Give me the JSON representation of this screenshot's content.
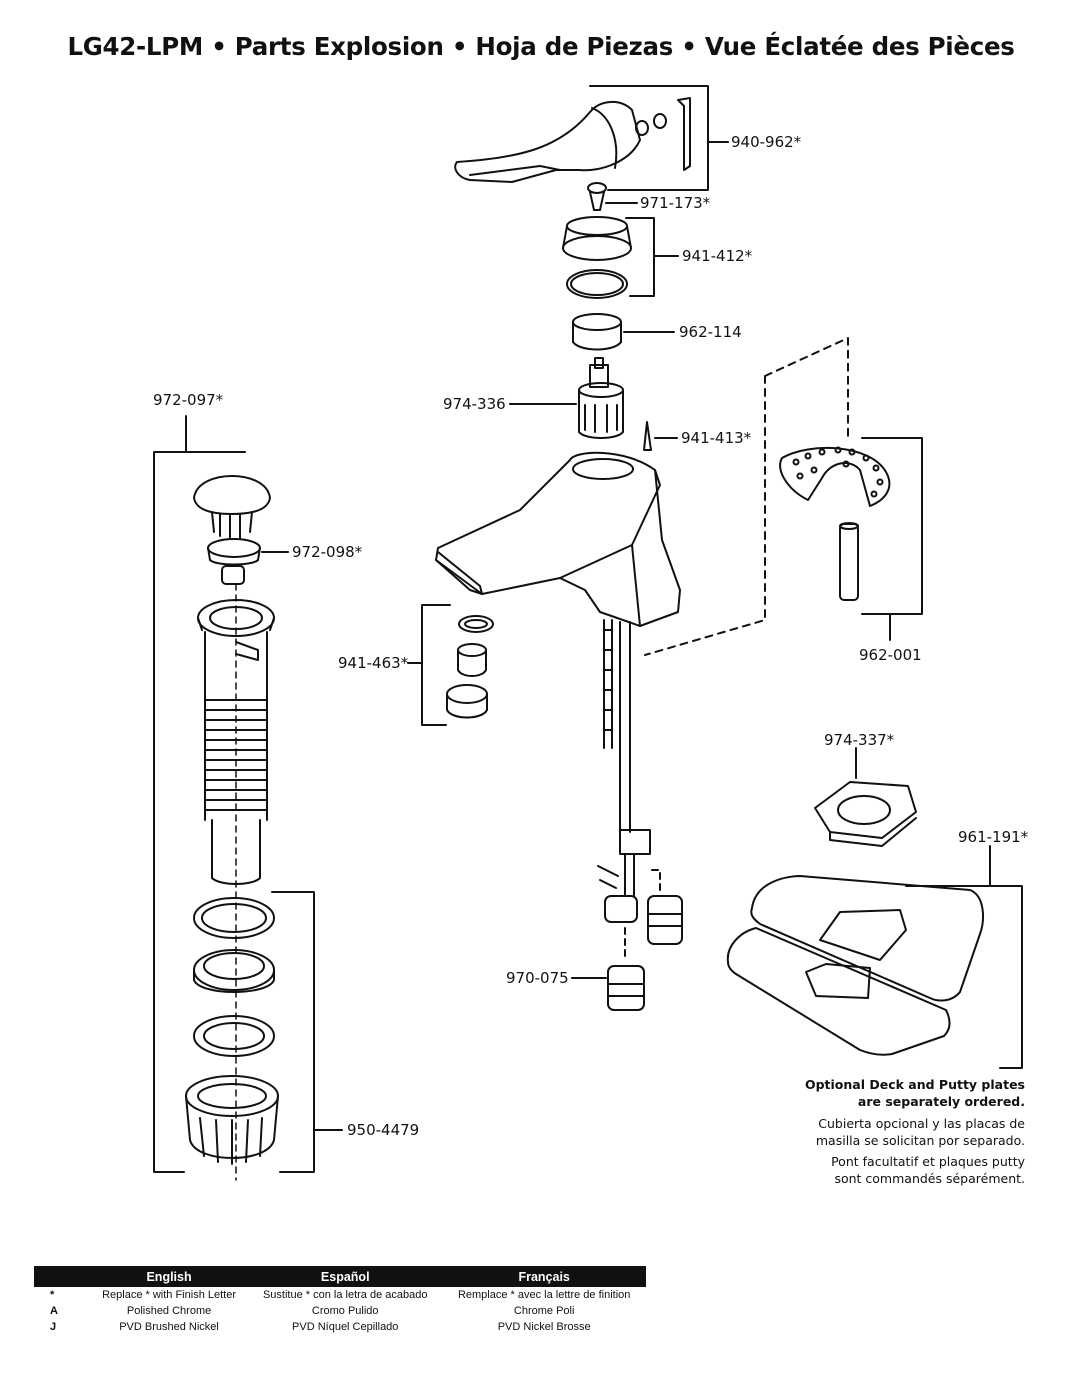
{
  "title": "LG42-LPM • Parts Explosion • Hoja de Piezas • Vue Éclatée des Pièces",
  "parts": {
    "handle": "940-962*",
    "set_screw": "971-173*",
    "cap_ring": "941-412*",
    "bonnet_nut": "962-114",
    "cartridge": "974-336",
    "pin": "941-413*",
    "drain_assembly": "972-097*",
    "pop_up_stopper": "972-098*",
    "mounting_kit": "962-001",
    "aerator": "941-463*",
    "deck_gasket": "974-337*",
    "deck_plate": "961-191*",
    "supply_connector": "970-075",
    "drain_gaskets": "950-4479"
  },
  "note": {
    "en_line1": "Optional Deck and Putty plates",
    "en_line2": "are separately ordered.",
    "es_line1": "Cubierta opcional y las placas de",
    "es_line2": "masilla se solicitan por separado.",
    "fr_line1": "Pont facultatif et plaques putty",
    "fr_line2": "sont commandés séparément."
  },
  "legend": {
    "headers": [
      "English",
      "Español",
      "Français"
    ],
    "rows": [
      {
        "code": "*",
        "en": "Replace * with Finish Letter",
        "es": "Sustitue * con la letra de acabado",
        "fr": "Remplace * avec la lettre de finition"
      },
      {
        "code": "A",
        "en": "Polished Chrome",
        "es": "Cromo Pulido",
        "fr": "Chrome Poli"
      },
      {
        "code": "J",
        "en": "PVD Brushed Nickel",
        "es": "PVD Níquel Cepillado",
        "fr": "PVD Nickel Brosse"
      }
    ]
  }
}
